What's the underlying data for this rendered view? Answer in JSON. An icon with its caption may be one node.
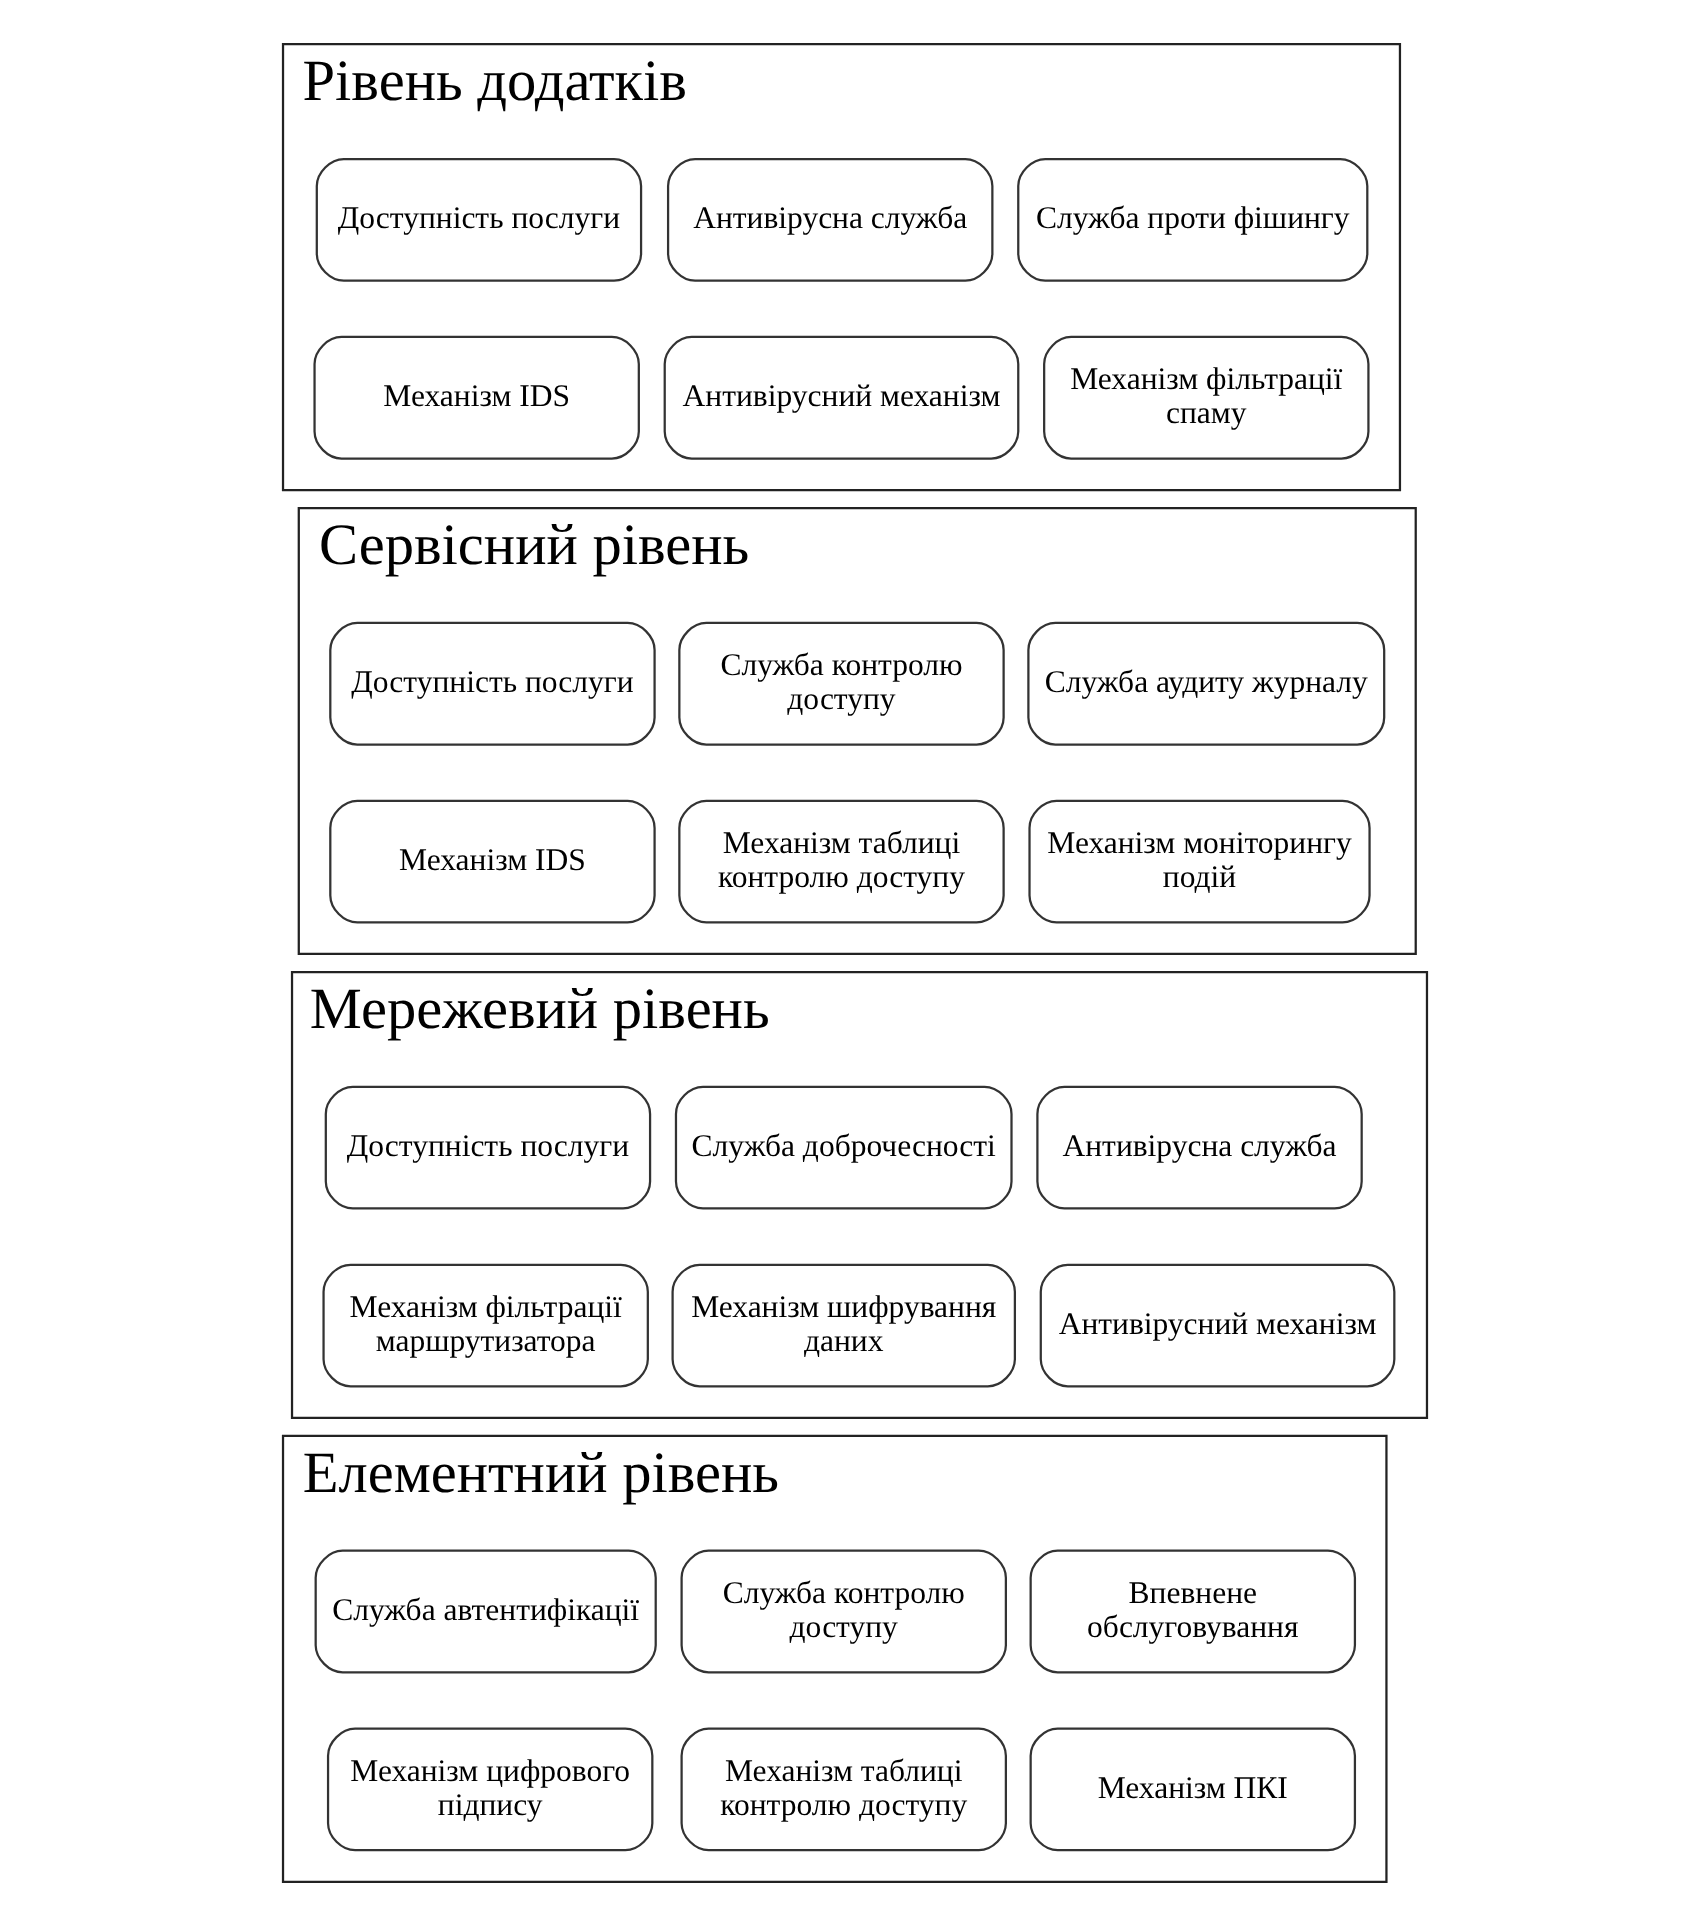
{
  "diagram": {
    "nodes": [
      {
        "text": [
          "Рівень додатків"
        ]
      },
      {
        "text": [
          "Доступність послуги"
        ],
        "in": 0
      },
      {
        "text": [
          "Антивірусна служба"
        ],
        "in": 0
      },
      {
        "text": [
          "Служба проти фішингу"
        ],
        "in": 0
      },
      {
        "text": [
          "Механізм IDS"
        ],
        "in": 0
      },
      {
        "text": [
          "Антивірусний механізм"
        ],
        "in": 0
      },
      {
        "text": [
          "Механізм фільтрації спаму"
        ],
        "in": 0
      },
      {
        "text": [
          "Сервісний рівень"
        ]
      },
      {
        "text": [
          "Доступність послуги"
        ],
        "in": 7
      },
      {
        "text": [
          "Служба контролю доступу"
        ],
        "in": 7
      },
      {
        "text": [
          "Служба аудиту журналу"
        ],
        "in": 7
      },
      {
        "text": [
          "Механізм IDS"
        ],
        "in": 7
      },
      {
        "text": [
          "Механізм таблиці контролю доступу"
        ],
        "in": 7
      },
      {
        "text": [
          "Механізм моніторингу подій"
        ],
        "in": 7
      },
      {
        "text": [
          "Мережевий рівень"
        ]
      },
      {
        "text": [
          "Доступність послуги"
        ],
        "in": 14
      },
      {
        "text": [
          "Служба доброчесності"
        ],
        "in": 14
      },
      {
        "text": [
          "Антивірусна служба"
        ],
        "in": 14
      },
      {
        "text": [
          "Механізм фільтрації маршрутизатора"
        ],
        "in": 14
      },
      {
        "text": [
          "Механізм шифрування даних"
        ],
        "in": 14
      },
      {
        "text": [
          "Антивірусний механізм"
        ],
        "in": 14
      },
      {
        "text": [
          "Елементний рівень"
        ]
      },
      {
        "text": [
          "Служба автентифікації"
        ],
        "in": 21
      },
      {
        "text": [
          "Служба контролю доступу"
        ],
        "in": 21
      },
      {
        "text": [
          "Впевнене обслуговування"
        ],
        "in": 21
      },
      {
        "text": [
          "Механізм цифрового підпису"
        ],
        "in": 21
      },
      {
        "text": [
          "Механізм таблиці контролю доступу"
        ],
        "in": 21
      },
      {
        "text": [
          "Механізм ПКІ"
        ],
        "in": 21
      }
    ],
    "edges": []
  }
}
